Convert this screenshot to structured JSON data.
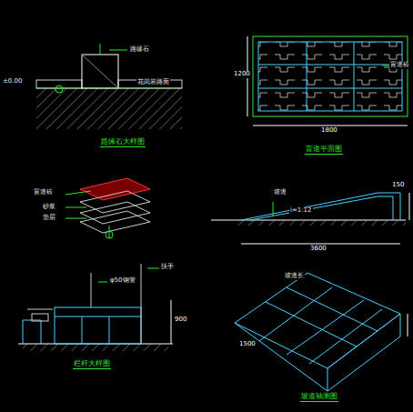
{
  "diagram": {
    "labels": [
      "路缘石",
      "花岗岩路面",
      "±0.00",
      "路缘石大样图",
      "1200",
      "1800",
      "盲道砖",
      "盲道平面图",
      "盲道砖",
      "砂浆",
      "垫层",
      "坡道",
      "i=1:12",
      "3600",
      "150",
      "扶手",
      "φ50钢管",
      "900",
      "栏杆大样图",
      "坡道长",
      "1500",
      "坡道轴测图"
    ]
  }
}
